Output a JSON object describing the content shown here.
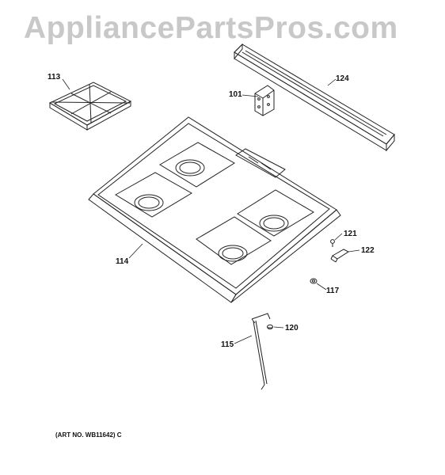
{
  "watermark": {
    "text": "AppliancePartsPros.com"
  },
  "parts": [
    {
      "number": "113"
    },
    {
      "number": "101"
    },
    {
      "number": "124"
    },
    {
      "number": "114"
    },
    {
      "number": "121"
    },
    {
      "number": "122"
    },
    {
      "number": "117"
    },
    {
      "number": "120"
    },
    {
      "number": "115"
    }
  ],
  "art_number": "(ART NO. WB11642) C",
  "colors": {
    "line": "#222222",
    "watermark": "#c8c8c8",
    "background": "#ffffff"
  }
}
